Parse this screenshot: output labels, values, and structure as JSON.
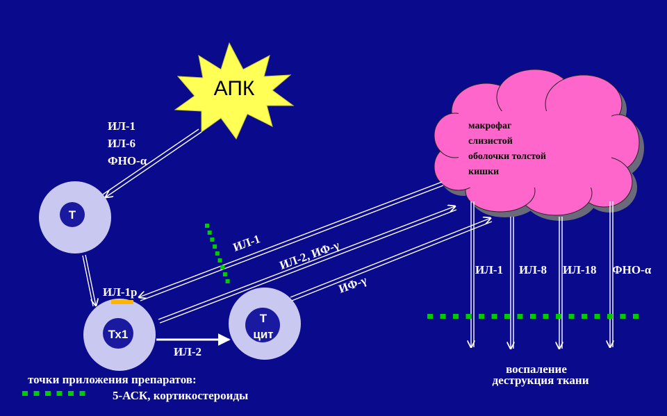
{
  "apk_label": "АПК",
  "apk_cytokines": [
    "ИЛ-1",
    "ИЛ-6",
    "ФНО-α"
  ],
  "cells": {
    "t": "Т",
    "th1": "Тх1",
    "tcyt_line1": "Т",
    "tcyt_line2": "цит"
  },
  "receptor_label": "ИЛ-1р",
  "arrow_labels": {
    "il1": "ИЛ-1",
    "il2_ifg": "ИЛ-2, ИФ-γ",
    "ifg": "ИФ-γ",
    "il2": "ИЛ-2"
  },
  "macrophage_lines": [
    "макрофаг",
    "слизистой",
    "оболочки толстой",
    "кишки"
  ],
  "macrophage_cytokines": [
    "ИЛ-1",
    "ИЛ-8",
    "ИЛ-18",
    "ФНО-α"
  ],
  "outcome": [
    "воспаление",
    "деструкция  ткани"
  ],
  "legend": {
    "title": "точки приложения препаратов:",
    "drugs": "5-АСК,  кортикостероиды"
  },
  "colors": {
    "background": "#0a0a8c",
    "cell_fill": "#c8c8f0",
    "cell_core": "#1a1aa0",
    "cloud": "#ff66cc",
    "cloud_shadow": "#6a6a7a",
    "star": "#ffff55",
    "receptor": "#ffb400",
    "drug_dots": "#00cc00"
  }
}
